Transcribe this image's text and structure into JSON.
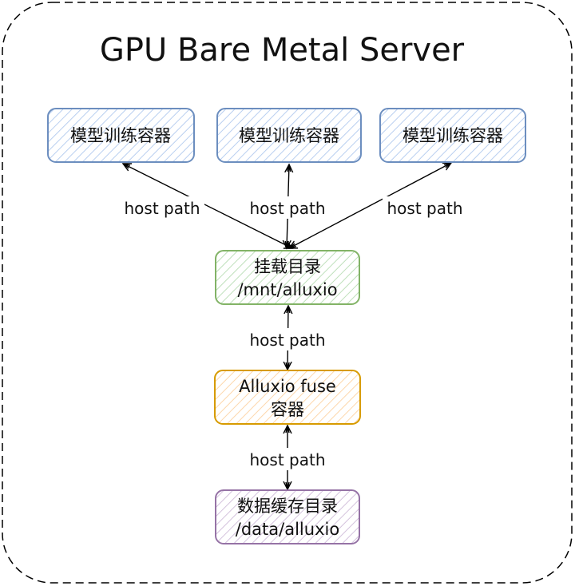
{
  "title": "GPU Bare Metal Server",
  "nodes": {
    "train1": {
      "label": "模型训练容器",
      "fill": "#dae8fc",
      "stroke": "#6c8ebf"
    },
    "train2": {
      "label": "模型训练容器",
      "fill": "#dae8fc",
      "stroke": "#6c8ebf"
    },
    "train3": {
      "label": "模型训练容器",
      "fill": "#dae8fc",
      "stroke": "#6c8ebf"
    },
    "mount": {
      "line1": "挂载目录",
      "line2": "/mnt/alluxio",
      "fill": "#d5e8d4",
      "stroke": "#82b366"
    },
    "fuse": {
      "line1": "Alluxio fuse",
      "line2": "容器",
      "fill": "#ffe6cc",
      "stroke": "#d79b00"
    },
    "cache": {
      "line1": "数据缓存目录",
      "line2": "/data/alluxio",
      "fill": "#e1d5e7",
      "stroke": "#9673a6"
    }
  },
  "edges": {
    "label1": "host path",
    "label2": "host path",
    "label3": "host path",
    "label4": "host path",
    "label5": "host path"
  }
}
